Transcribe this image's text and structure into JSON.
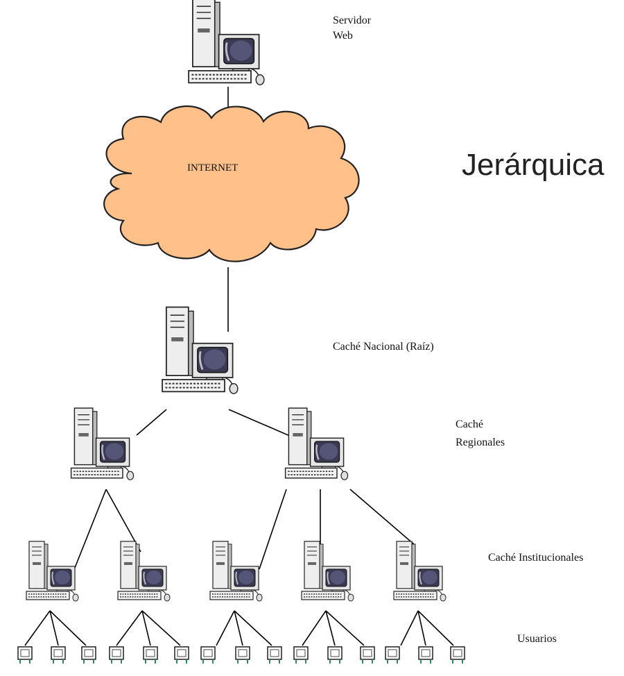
{
  "title": "Jerárquica",
  "labels": {
    "web_server_line1": "Servidor",
    "web_server_line2": "Web",
    "internet": "INTERNET",
    "national_cache": "Caché Nacional (Raíz)",
    "regional_cache_line1": "Caché",
    "regional_cache_line2": "Regionales",
    "institutional_cache": "Caché Institucionales",
    "users": "Usuarios"
  },
  "colors": {
    "cloud_fill": "#ffc08a",
    "cloud_stroke": "#222222",
    "monitor_screen": "#3a3a52",
    "case": "#e8e8e8",
    "user_monitor_accent": "#2e8b57"
  },
  "icons": {
    "web_server": "desktop-computer-icon",
    "cloud": "cloud-icon",
    "cache": "desktop-computer-icon",
    "user": "monitor-icon"
  }
}
